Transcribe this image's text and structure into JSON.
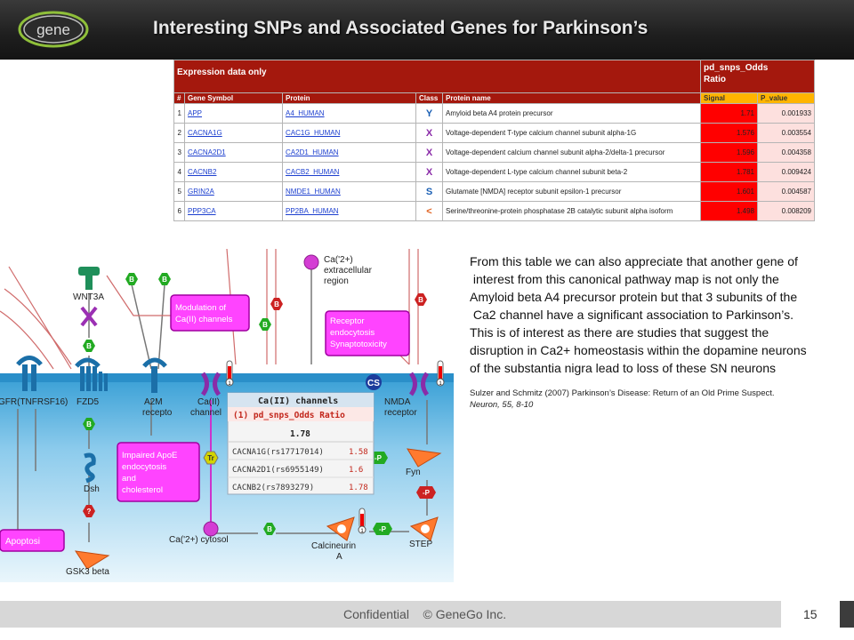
{
  "slide": {
    "title": "Interesting SNPs and Associated Genes for Parkinson’s",
    "logo_text": "gene",
    "page_number": "15"
  },
  "table": {
    "band_title": "Expression data only",
    "pd_header_line1": "pd_snps_Odds",
    "pd_header_line2": "Ratio",
    "columns": [
      "#",
      "Gene Symbol",
      "Protein",
      "Class",
      "Protein name",
      "Signal",
      "P_value"
    ],
    "rows": [
      {
        "n": "1",
        "gene": "APP",
        "protein": "A4_HUMAN",
        "cls": "Y",
        "name": "Amyloid beta A4 protein precursor",
        "signal": "1.71",
        "pvalue": "0.001933"
      },
      {
        "n": "2",
        "gene": "CACNA1G",
        "protein": "CAC1G_HUMAN",
        "cls": "X",
        "name": "Voltage-dependent T-type calcium channel subunit alpha-1G",
        "signal": "1.576",
        "pvalue": "0.003554"
      },
      {
        "n": "3",
        "gene": "CACNA2D1",
        "protein": "CA2D1_HUMAN",
        "cls": "X",
        "name": "Voltage-dependent calcium channel subunit alpha-2/delta-1 precursor",
        "signal": "1.596",
        "pvalue": "0.004358"
      },
      {
        "n": "4",
        "gene": "CACNB2",
        "protein": "CACB2_HUMAN",
        "cls": "X",
        "name": "Voltage-dependent L-type calcium channel subunit beta-2",
        "signal": "1.781",
        "pvalue": "0.009424"
      },
      {
        "n": "5",
        "gene": "GRIN2A",
        "protein": "NMDE1_HUMAN",
        "cls": "S",
        "name": "Glutamate [NMDA] receptor subunit epsilon-1 precursor",
        "signal": "1.601",
        "pvalue": "0.004587"
      },
      {
        "n": "6",
        "gene": "PPP3CA",
        "protein": "PP2BA_HUMAN",
        "cls": "<",
        "name": "Serine/threonine-protein phosphatase 2B catalytic subunit alpha isoform",
        "signal": "1.498",
        "pvalue": "0.008209"
      }
    ]
  },
  "pathway": {
    "labels": {
      "ca_extra_1": "Ca('2+)",
      "ca_extra_2": "extracellular",
      "ca_extra_3": "region",
      "wnt3a": "WNT3A",
      "gfr": "GFR(TNFRSF16)",
      "fzd5": "FZD5",
      "a2m_1": "A2M",
      "a2m_2": "recepto",
      "ca_ii_1": "Ca(II)",
      "ca_ii_2": "channel",
      "nmda_1": "NMDA",
      "nmda_2": "receptor",
      "dsh": "Dsh",
      "fyn": "Fyn",
      "gsk3": "GSK3 beta",
      "ca_cytosol": "Ca('2+) cytosol",
      "calcineurin_1": "Calcineurin",
      "calcineurin_2": "A",
      "step": "STEP",
      "cs": "CS"
    },
    "boxes": {
      "modulation_1": "Modulation of",
      "modulation_2": "Ca(II) channels",
      "receptor_1": "Receptor",
      "receptor_2": "endocytosis",
      "receptor_3": "Synaptotoxicity",
      "apoe_1": "Impaired ApoE",
      "apoe_2": "endocytosis",
      "apoe_3": "and",
      "apoe_4": "cholesterol",
      "apoptosis": "Apoptosi"
    },
    "tooltip": {
      "title": "Ca(II) channels",
      "subtitle": "(1) pd_snps_Odds Ratio",
      "value": "1.78",
      "rows": [
        {
          "label": "CACNA1G(rs17717014)",
          "value": "1.58"
        },
        {
          "label": "CACNA2D1(rs6955149)",
          "value": "1.6"
        },
        {
          "label": "CACNB2(rs7893279)",
          "value": "1.78"
        }
      ]
    }
  },
  "text": {
    "line1": "From this table we can also appreciate that another gene of",
    "line2": " interest from this canonical pathway map is not only the",
    "line3": "Amyloid beta A4 precursor protein but that 3 subunits of the",
    "line4": " Ca2 channel have a significant association to Parkinson’s.",
    "line5": "This is of interest as there are studies that suggest the",
    "line6": "disruption in Ca2+ homeostasis within the dopamine neurons",
    "line7": "of the substantia nigra lead to loss of these SN neurons",
    "ref1": "Sulzer and Schmitz (2007) Parkinson’s Disease: Return of an Old Prime Suspect.",
    "ref2": "Neuron, 55, 8-10"
  },
  "footer": {
    "confidential": "Confidential",
    "copyright": "© GeneGo Inc."
  },
  "colors": {
    "header_bg": "#1e1e1e",
    "table_band": "#a4180d",
    "signal_red": "#ff0000",
    "pvalue_pink": "#fde0de",
    "membrane_blue": "#2a8fc9",
    "process_magenta": "#ff44ff",
    "green_hex": "#22aa22"
  }
}
